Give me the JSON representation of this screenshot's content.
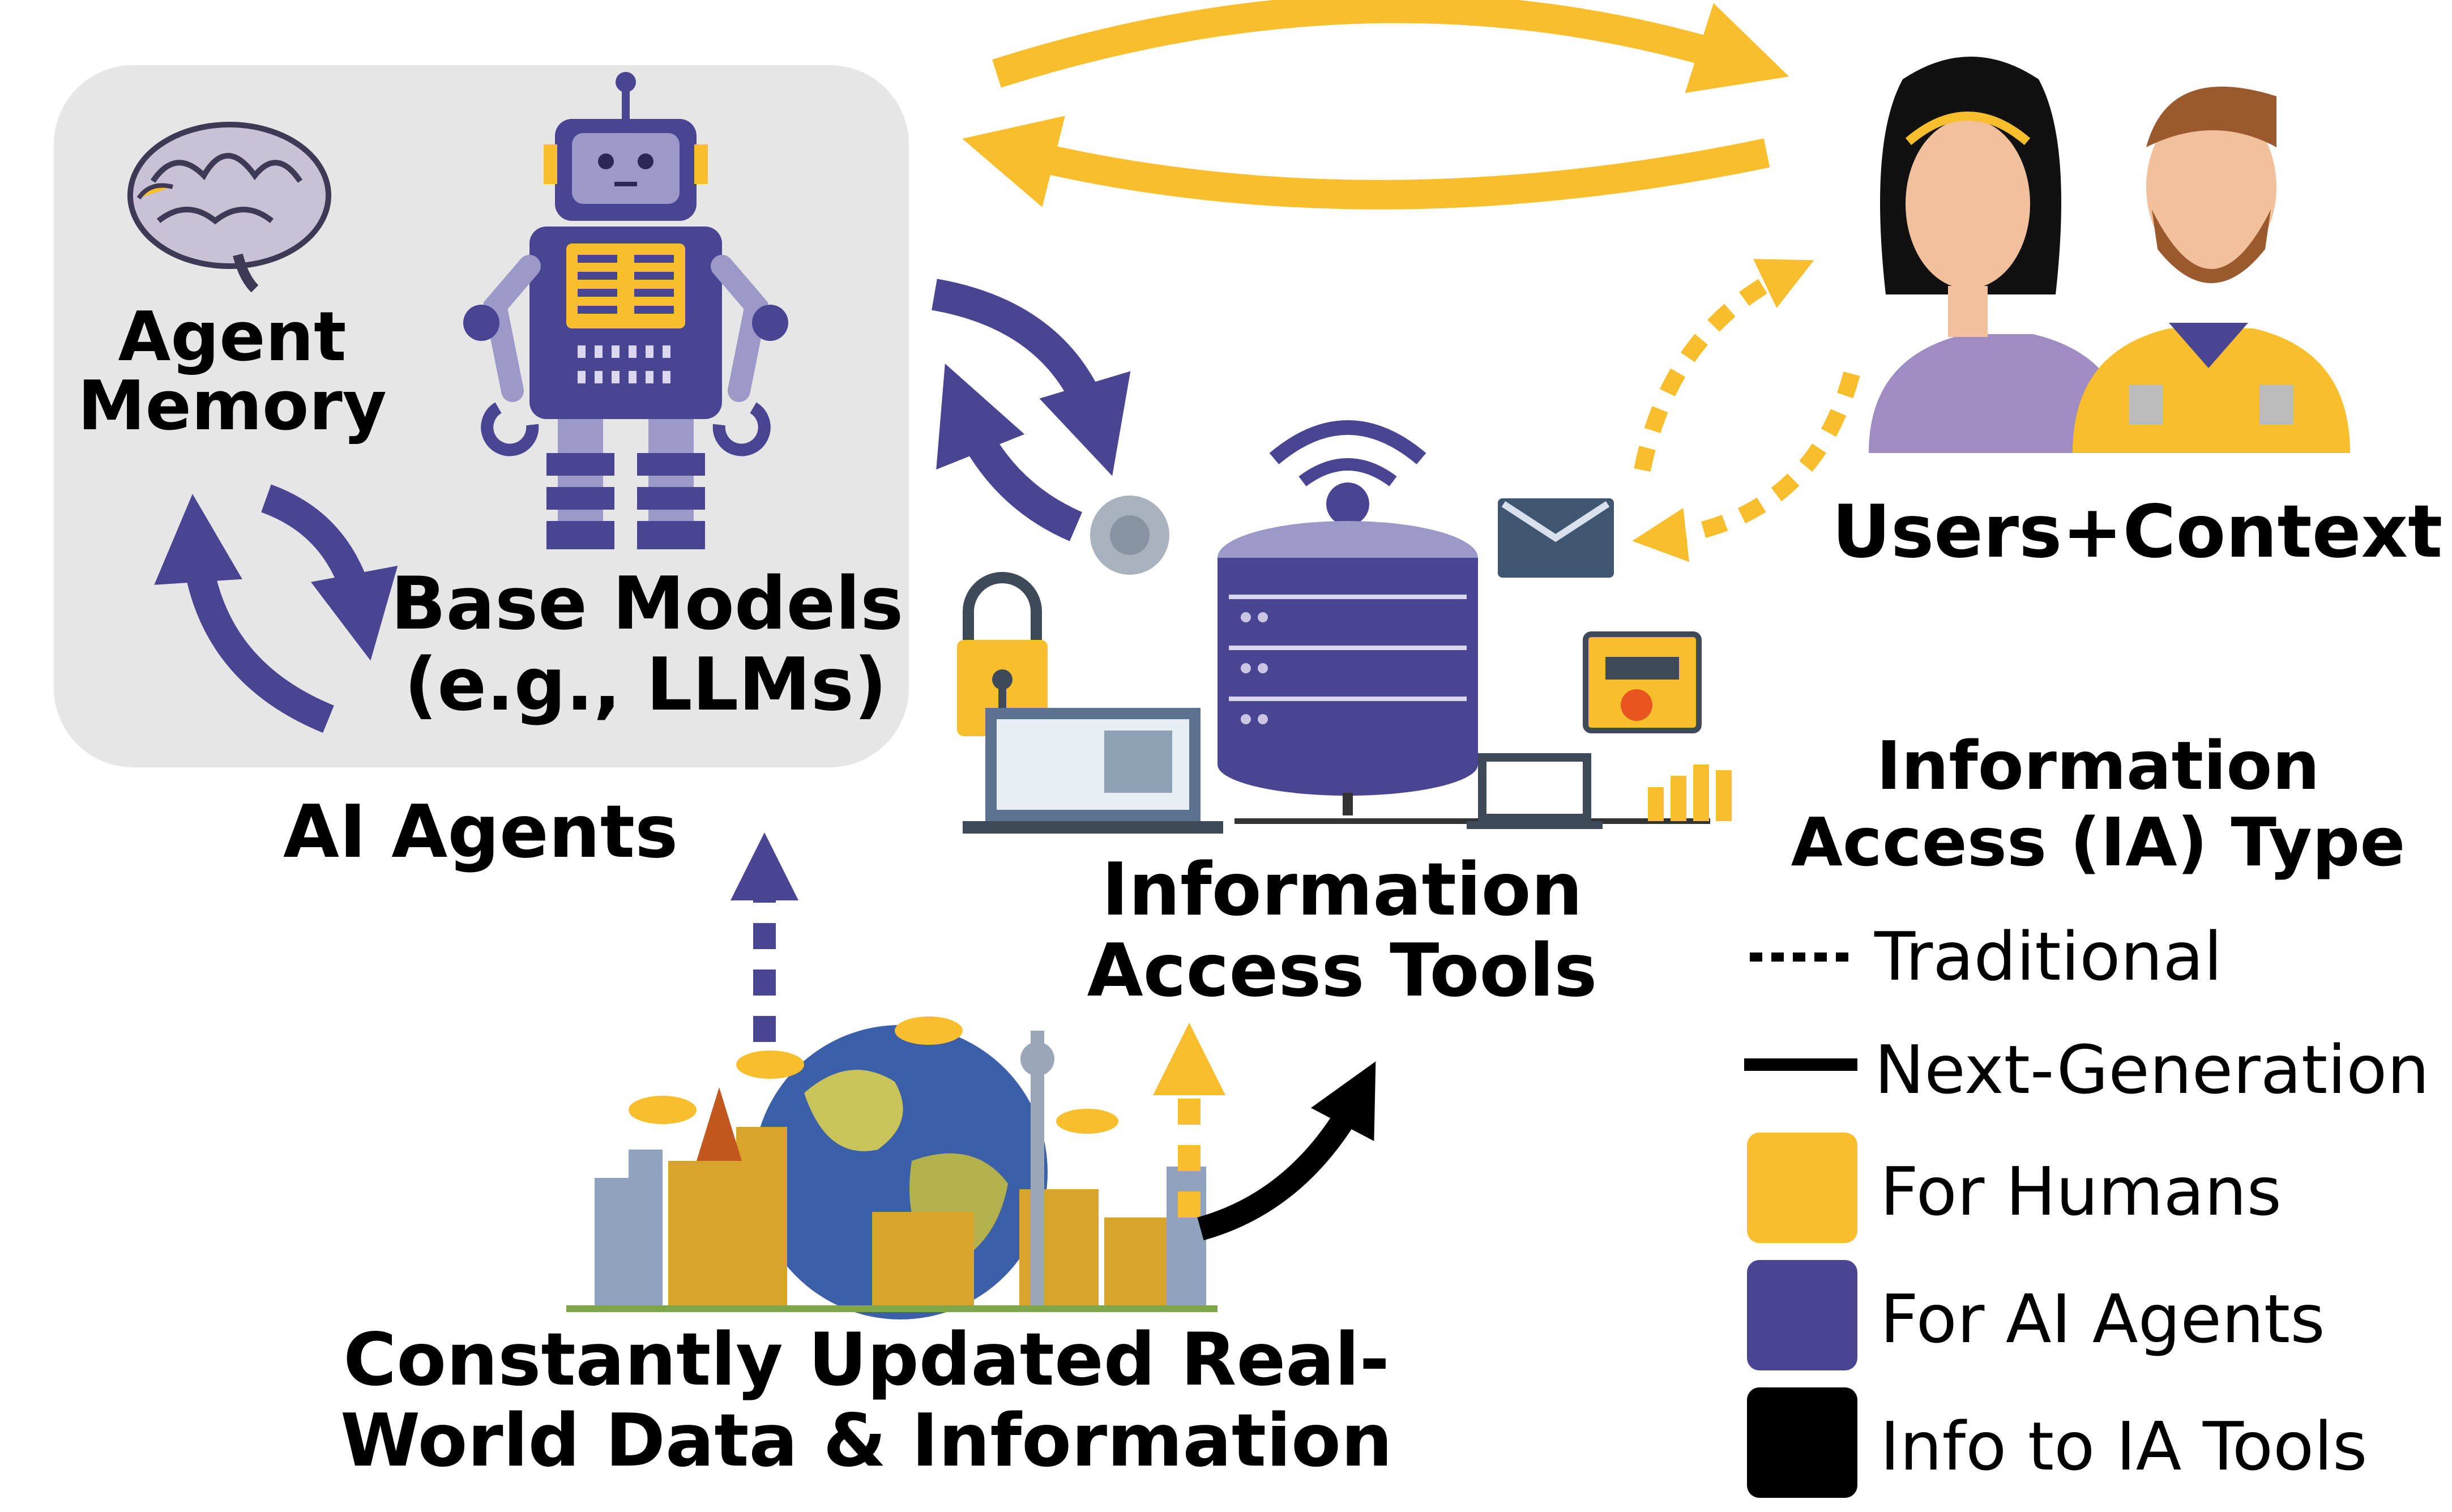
{
  "labels": {
    "agent_memory_line1": "Agent",
    "agent_memory_line2": "Memory",
    "base_models_line1": "Base Models",
    "base_models_line2": "(e.g., LLMs)",
    "ai_agents": "AI Agents",
    "users_context": "Users+Context",
    "ia_tools_line1": "Information",
    "ia_tools_line2": "Access Tools",
    "data_line1": "Constantly Updated Real-",
    "data_line2": "World Data & Information"
  },
  "legend": {
    "title_line1": "Information",
    "title_line2": "Access (IA) Type",
    "items": [
      {
        "label": "Traditional",
        "style": "dotted-line"
      },
      {
        "label": "Next-Generation",
        "style": "solid-line"
      },
      {
        "label": "For Humans",
        "color": "#F9BE2C"
      },
      {
        "label": "For AI Agents",
        "color": "#4A4593"
      },
      {
        "label": "Info to IA Tools",
        "color": "#000000"
      }
    ]
  },
  "colors": {
    "humans": "#F9BE2C",
    "agents": "#4A4593",
    "info": "#000000",
    "agent_panel": "#E6E6E6"
  },
  "icons": [
    "brain-icon",
    "robot-icon",
    "people-icon",
    "database-server-icon",
    "wifi-icon",
    "email-icon",
    "padlock-icon",
    "laptop-icon",
    "globe-city-icon"
  ]
}
